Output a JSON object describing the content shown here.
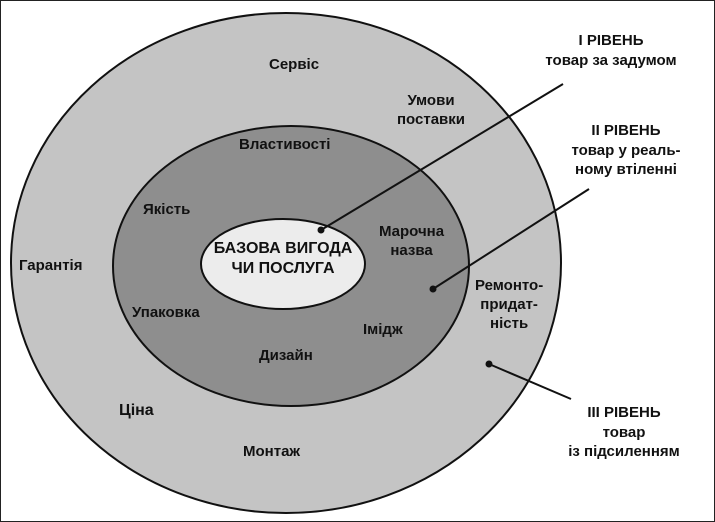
{
  "core": {
    "line1": "БАЗОВА ВИГОДА",
    "line2": "ЧИ ПОСЛУГА"
  },
  "level1": {
    "title": "I РІВЕНЬ",
    "subtitle": "товар за задумом"
  },
  "level2": {
    "title": "II РІВЕНЬ",
    "subtitle1": "товар у реаль-",
    "subtitle2": "ному втіленні",
    "items": {
      "properties": "Властивості",
      "quality": "Якість",
      "brand1": "Марочна",
      "brand2": "назва",
      "packaging": "Упаковка",
      "image": "Імідж",
      "design": "Дизайн"
    }
  },
  "level3": {
    "title": "III РІВЕНЬ",
    "subtitle1": "товар",
    "subtitle2": "із підсиленням",
    "items": {
      "service": "Сервіс",
      "delivery1": "Умови",
      "delivery2": "поставки",
      "warranty": "Гарантія",
      "repair1": "Ремонто-",
      "repair2": "придат-",
      "repair3": "ність",
      "price": "Ціна",
      "installation": "Монтаж"
    }
  },
  "colors": {
    "outer_ring": "#c4c4c4",
    "middle_ring": "#8e8e8e",
    "core": "#ececec",
    "stroke": "#111111"
  }
}
